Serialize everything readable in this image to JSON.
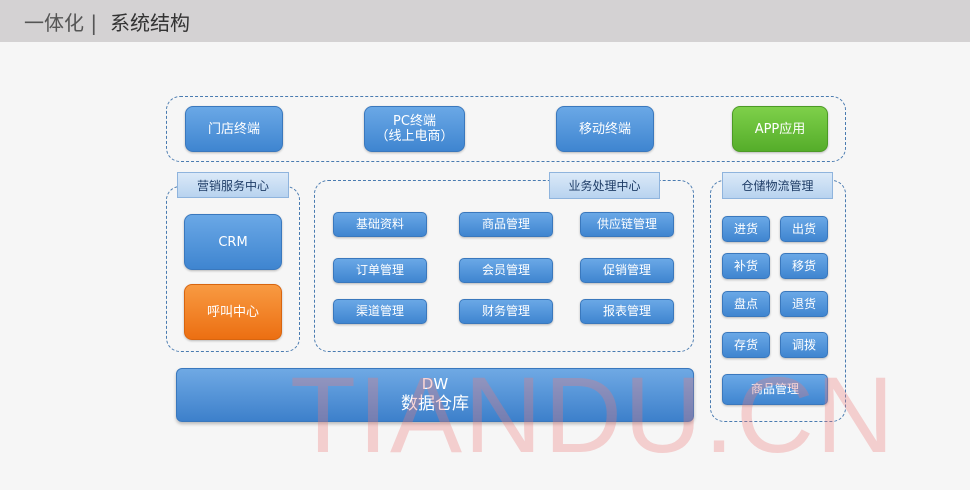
{
  "header": {
    "prefix": "一体化 |",
    "title": "系统结构"
  },
  "channels": {
    "store": "门店终端",
    "pc": [
      "PC终端",
      "（线上电商）"
    ],
    "mobile": "移动终端",
    "app": "APP应用"
  },
  "marketing": {
    "title": "营销服务中心",
    "crm": "CRM",
    "callcenter": "呼叫中心"
  },
  "business": {
    "title": "业务处理中心",
    "items": [
      "基础资料",
      "商品管理",
      "供应链管理",
      "订单管理",
      "会员管理",
      "促销管理",
      "渠道管理",
      "财务管理",
      "报表管理"
    ]
  },
  "warehouse": {
    "title": "仓储物流管理",
    "items": [
      "进货",
      "出货",
      "补货",
      "移货",
      "盘点",
      "退货",
      "存货",
      "调拨"
    ],
    "product": "商品管理"
  },
  "dw": {
    "line1": "DW",
    "line2": "数据仓库"
  },
  "watermark": "TIANDU.CN",
  "colors": {
    "blue": "#4a8bd6",
    "green": "#62b832",
    "orange": "#f07a1c",
    "header_bg": "#d4d2d3"
  }
}
